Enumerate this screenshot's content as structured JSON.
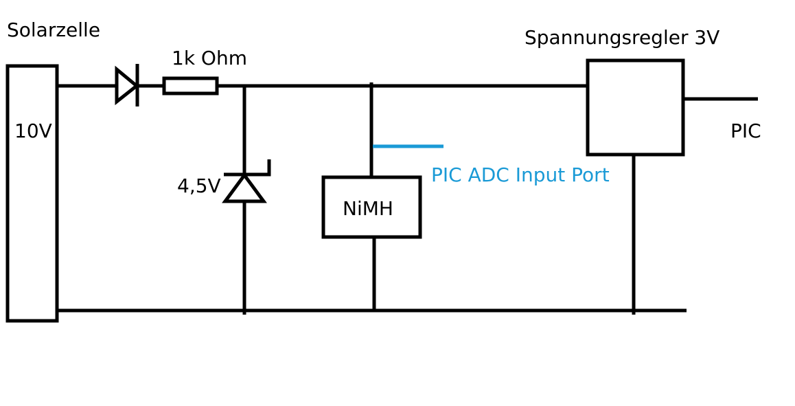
{
  "labels": {
    "solar_cell": "Solarzelle",
    "solar_voltage": "10V",
    "resistor": "1k Ohm",
    "zener": "4,5V",
    "battery": "NiMH",
    "regulator": "Spannungsregler 3V",
    "output": "PIC",
    "adc": "PIC ADC Input Port"
  },
  "colors": {
    "line": "#000000",
    "adc_accent": "#1a9ad6",
    "background": "#ffffff"
  }
}
